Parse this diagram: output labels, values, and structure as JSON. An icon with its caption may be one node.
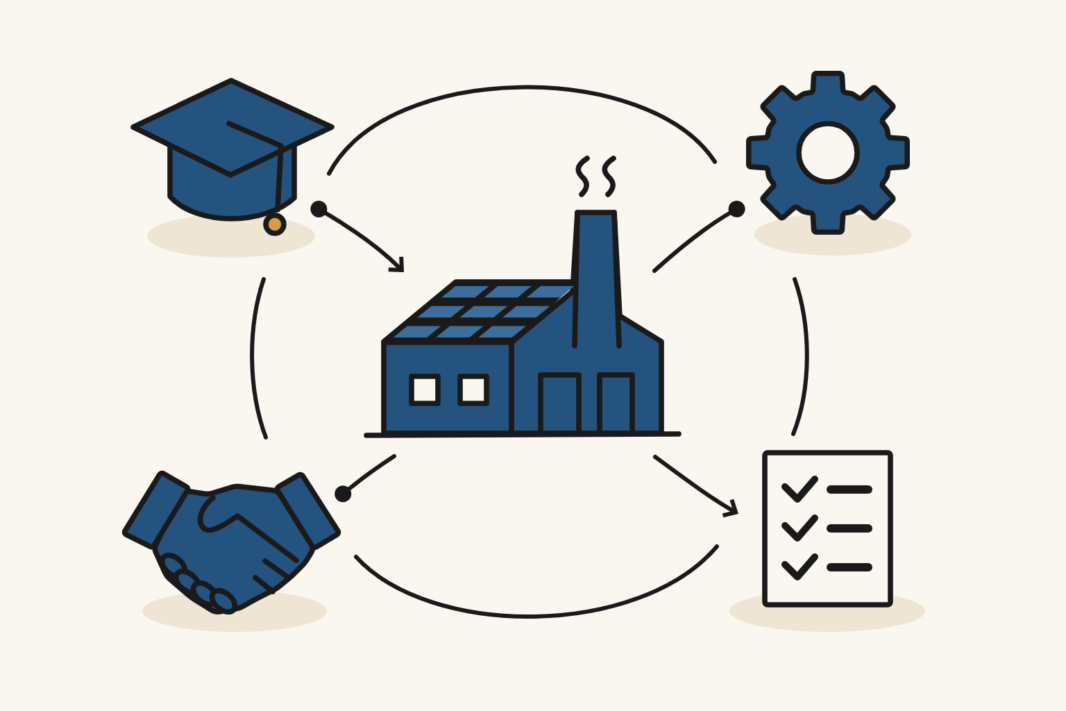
{
  "diagram": {
    "nodes": [
      {
        "text": [],
        "shape": "picture"
      },
      {
        "text": [],
        "shape": "picture"
      },
      {
        "text": [],
        "shape": "picture"
      },
      {
        "text": [],
        "shape": "picture"
      },
      {
        "text": [],
        "shape": "picture"
      }
    ],
    "edges": [
      {
        "from": 0,
        "to": 1,
        "arrow": "none"
      },
      {
        "from": 0,
        "to": 2,
        "arrow": "to"
      },
      {
        "from": 2,
        "to": 1,
        "arrow": "other"
      },
      {
        "from": 0,
        "to": 3,
        "arrow": "none"
      },
      {
        "from": 1,
        "to": 4,
        "arrow": "none"
      },
      {
        "from": 2,
        "to": 3,
        "arrow": "other"
      },
      {
        "from": 2,
        "to": 4,
        "arrow": "to"
      },
      {
        "from": 3,
        "to": 4,
        "arrow": "none"
      }
    ]
  }
}
